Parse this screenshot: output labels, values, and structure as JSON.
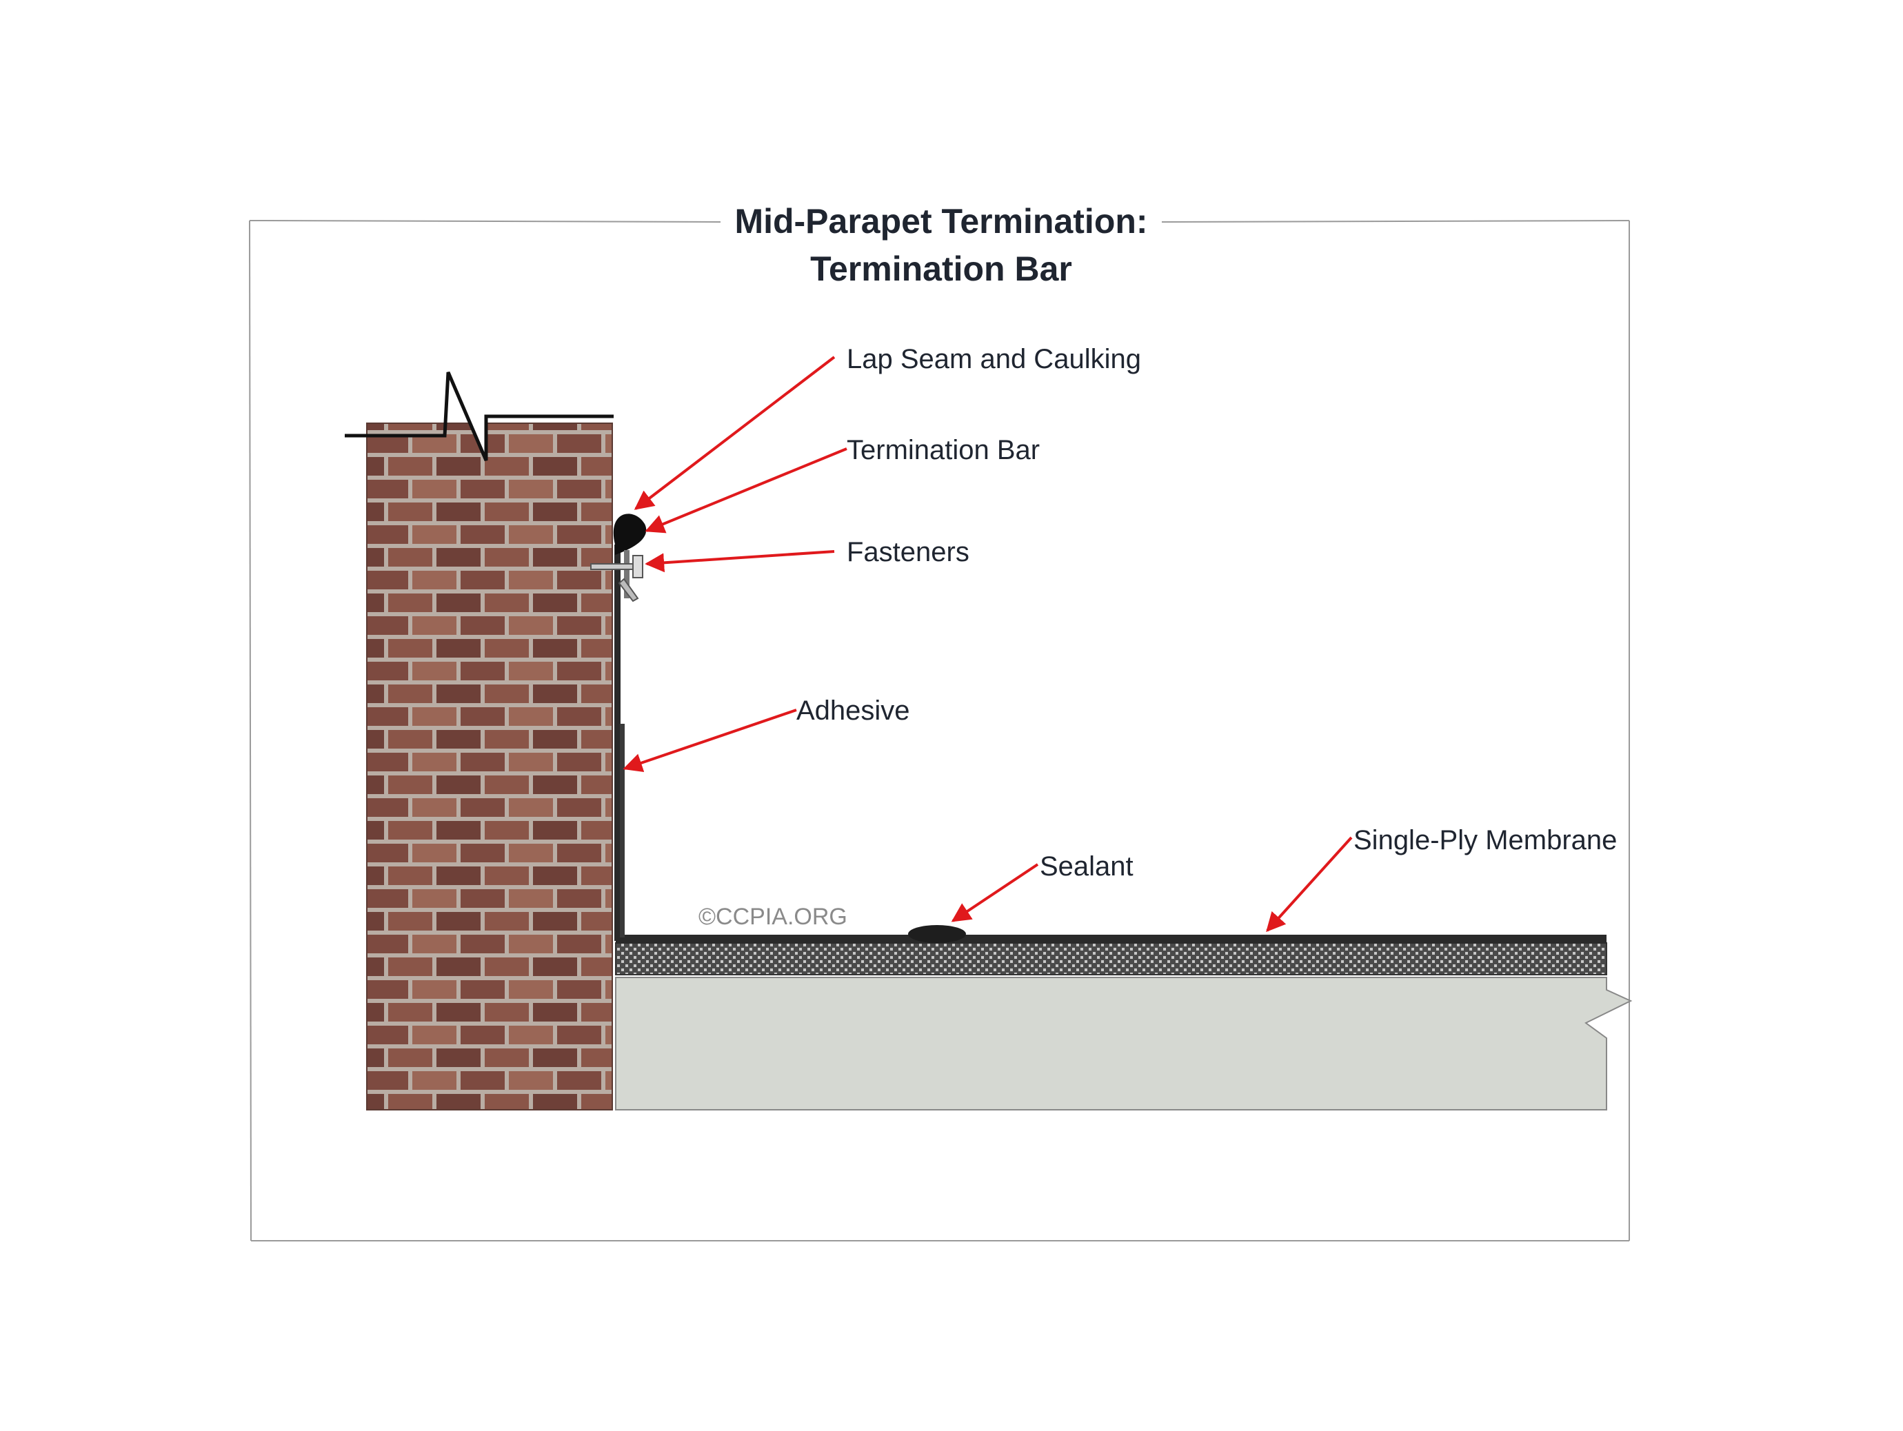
{
  "title": {
    "line1": "Mid-Parapet Termination:",
    "line2": "Termination Bar"
  },
  "labels": {
    "lap_seam": "Lap Seam and Caulking",
    "termination_bar": "Termination Bar",
    "fasteners": "Fasteners",
    "adhesive": "Adhesive",
    "sealant": "Sealant",
    "membrane": "Single-Ply Membrane"
  },
  "watermark": "©CCPIA.ORG",
  "colors": {
    "arrow": "#e0191c",
    "brick": "#8a5548",
    "mortar": "#b9ada4",
    "deck": "#d5d8d2",
    "membrane": "#2a2a2a",
    "frame": "#9a9a9a"
  }
}
